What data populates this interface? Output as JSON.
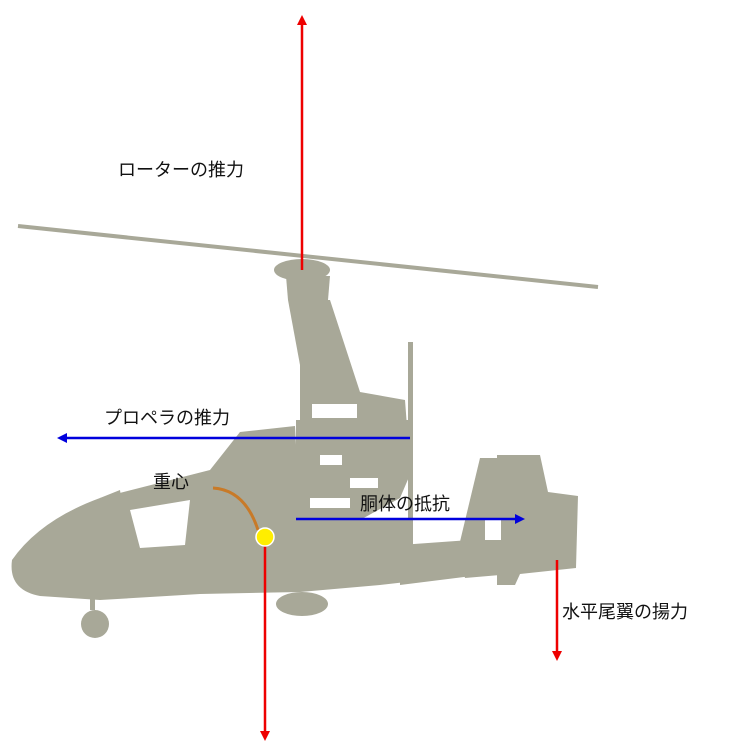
{
  "labels": {
    "rotor_thrust": "ローターの推力",
    "propeller_thrust": "プロペラの推力",
    "center_of_gravity": "重心",
    "fuselage_drag": "胴体の抵抗",
    "tail_lift": "水平尾翼の揚力"
  },
  "colors": {
    "aircraft": "#a8a898",
    "rotor_blade": "#a8a898",
    "lift_arrow": "#ee0000",
    "drag_arrow": "#0000dd",
    "cg_dot": "#ffee00",
    "cg_leader": "#c87a28"
  },
  "icons": {
    "cg_marker": "cg-dot",
    "aircraft": "gyroplane-silhouette"
  }
}
